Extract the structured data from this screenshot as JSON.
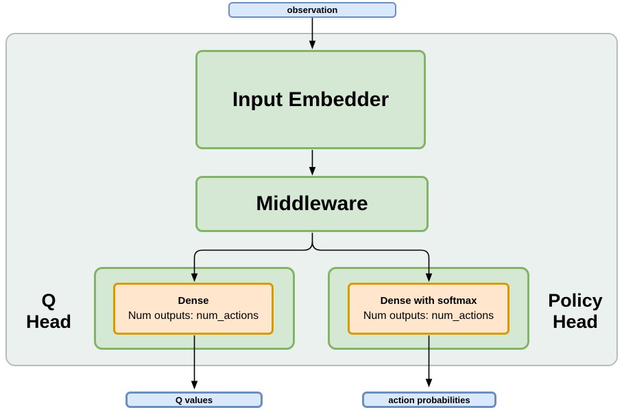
{
  "palette": {
    "blue_fill": "#dae8fc",
    "blue_stroke": "#6c8ebf",
    "green_fill": "#d5e8d4",
    "green_stroke": "#82b366",
    "orange_fill": "#ffe6cc",
    "orange_stroke": "#d79b00",
    "container_fill": "#eaf1ee",
    "container_stroke": "#b7bdba",
    "connector": "#000000",
    "text": "#000000"
  },
  "diagram": {
    "observation_label": "observation",
    "input_embedder_label": "Input Embedder",
    "middleware_label": "Middleware",
    "q_head": {
      "side_label": "Q\nHead",
      "title": "Dense",
      "subtitle": "Num outputs: num_actions"
    },
    "policy_head": {
      "side_label": "Policy\nHead",
      "title": "Dense with softmax",
      "subtitle": "Num outputs: num_actions"
    },
    "q_values_label": "Q values",
    "action_probabilities_label": "action probabilities"
  }
}
